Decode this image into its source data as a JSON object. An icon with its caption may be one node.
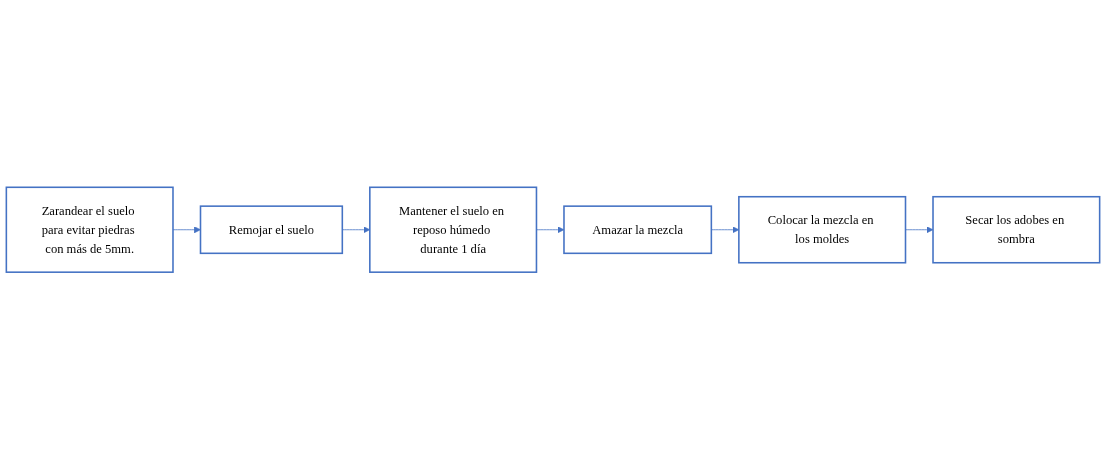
{
  "diagram": {
    "nodes": [
      {
        "text": [
          "Zarandear el suelo para evitar piedras con más de 5mm."
        ]
      },
      {
        "text": [
          "Remojar el suelo"
        ]
      },
      {
        "text": [
          "Mantener el suelo en reposo húmedo durante 1 día"
        ]
      },
      {
        "text": [
          "Amazar la mezcla"
        ]
      },
      {
        "text": [
          "Colocar la mezcla en los moldes"
        ]
      },
      {
        "text": [
          "Secar los adobes en sombra"
        ]
      }
    ],
    "edges": [
      {
        "from": 0,
        "to": 1,
        "arrow": "to"
      },
      {
        "from": 1,
        "to": 2,
        "arrow": "to"
      },
      {
        "from": 2,
        "to": 3,
        "arrow": "to"
      },
      {
        "from": 3,
        "to": 4,
        "arrow": "to"
      },
      {
        "from": 4,
        "to": 5,
        "arrow": "to"
      }
    ]
  }
}
